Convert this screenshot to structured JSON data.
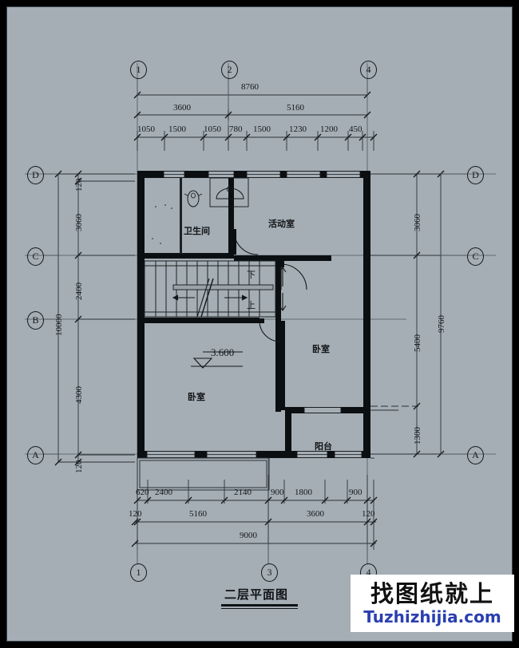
{
  "drawing": {
    "title": "二层平面图",
    "level_marker": "3.600",
    "stair_down": "下",
    "stair_up": "上"
  },
  "watermark": {
    "cn": "找图纸就上",
    "url": "Tuzhizhijia.com",
    "bg": "#ffffff",
    "url_color": "#2a3fb0"
  },
  "colors": {
    "sheet_bg": "#a5aeb5",
    "border": "#000000",
    "wall": "#0c0f11",
    "dim_line": "#2b3338",
    "grid_line": "#4d565c",
    "text": "#14181b"
  },
  "grid_labels": {
    "top": [
      "1",
      "2",
      "4"
    ],
    "bottom": [
      "1",
      "3",
      "4"
    ],
    "left": [
      "D",
      "C",
      "B",
      "A"
    ],
    "right": [
      "D",
      "C",
      "A"
    ]
  },
  "rooms": [
    {
      "name": "卫生间",
      "en": "bathroom"
    },
    {
      "name": "活动室",
      "en": "activity-room"
    },
    {
      "name": "卧室",
      "en": "bedroom-left"
    },
    {
      "name": "卧室",
      "en": "bedroom-right"
    },
    {
      "name": "阳台",
      "en": "balcony"
    }
  ],
  "dimensions": {
    "top_total": "8760",
    "top_major": [
      "3600",
      "5160"
    ],
    "top_detail": [
      "1050",
      "1500",
      "1050",
      "780",
      "1500",
      "1230",
      "1200",
      "450"
    ],
    "bottom_detail": [
      "620",
      "2400",
      "2140",
      "900",
      "1800",
      "900"
    ],
    "bottom_major": [
      "120",
      "5160",
      "3600",
      "120"
    ],
    "bottom_total": "9000",
    "left_detail": [
      "120",
      "3060",
      "2400",
      "4300",
      "120"
    ],
    "left_total": "10000",
    "right_detail": [
      "3060",
      "5400",
      "1300"
    ],
    "right_total": "9760"
  }
}
